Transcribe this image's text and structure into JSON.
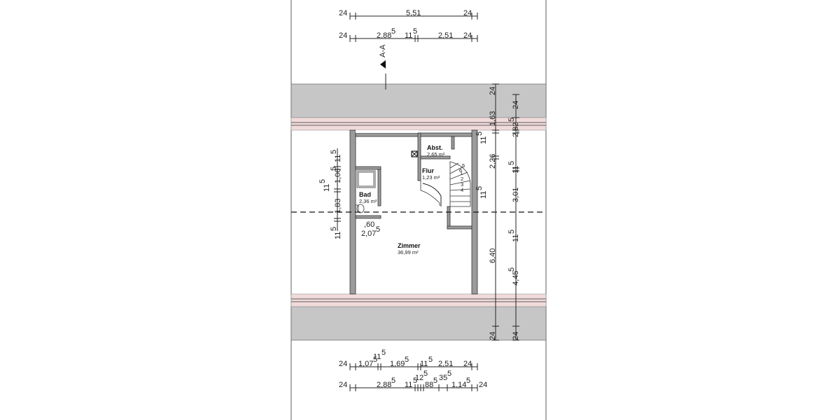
{
  "section_marker": {
    "label": "A-A"
  },
  "top_dims": {
    "row1": [
      "24",
      "5,51",
      "24"
    ],
    "row2": [
      "24",
      "2,88",
      "5",
      "11",
      "5",
      "2,51",
      "24"
    ]
  },
  "bottom_dims": {
    "row1": [
      "24",
      "1,07",
      "5",
      "11",
      "5",
      "1,69",
      "5",
      "11",
      "5",
      "2,51",
      "24"
    ],
    "row2": [
      "24",
      "2,88",
      "5",
      "11",
      "5",
      "12",
      "5",
      "88",
      "5",
      "35",
      "5",
      "1,14",
      "5",
      "24"
    ]
  },
  "left_dims": [
    "11",
    "5",
    "1,06",
    "5",
    "11",
    "5",
    "1,83",
    "11",
    "5"
  ],
  "right_dims_a": [
    "24",
    "1,63",
    "11",
    "5",
    "2,26",
    "11",
    "5",
    "6,40",
    "24"
  ],
  "right_dims_b": [
    "24",
    "2,82",
    "5",
    "11",
    "5",
    "3,01",
    "11",
    "5",
    "4,45",
    "5",
    "24"
  ],
  "rooms": {
    "abst": {
      "name": "Abst.",
      "area": "2,65 m²"
    },
    "flur": {
      "name": "Flur",
      "area": "1,23 m²"
    },
    "bad": {
      "name": "Bad",
      "area": "2,36 m²"
    },
    "zimmer": {
      "name": "Zimmer",
      "area": "36,99 m²"
    }
  },
  "opening": {
    "width": ",60",
    "height": "2,07",
    "height_sup": "5"
  }
}
